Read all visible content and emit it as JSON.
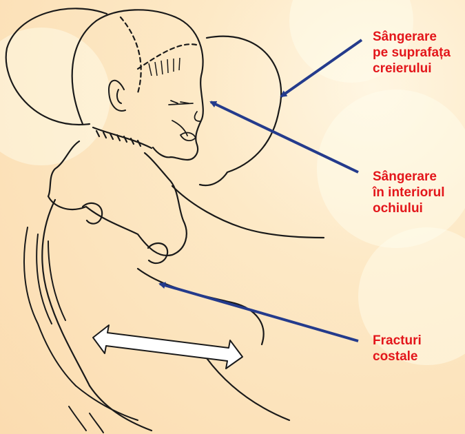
{
  "labels": {
    "brain_bleeding": [
      "Sângerare",
      "pe suprafața",
      "creierului"
    ],
    "eye_bleeding": [
      "Sângerare",
      "în interiorul",
      "ochiului"
    ],
    "rib_fractures": [
      "Fracturi",
      "costale"
    ]
  },
  "colors": {
    "label_text": "#e3161b",
    "arrow": "#243b8c",
    "line_art": "#1a1a1a"
  },
  "illustration": "shaken-infant-line-drawing"
}
